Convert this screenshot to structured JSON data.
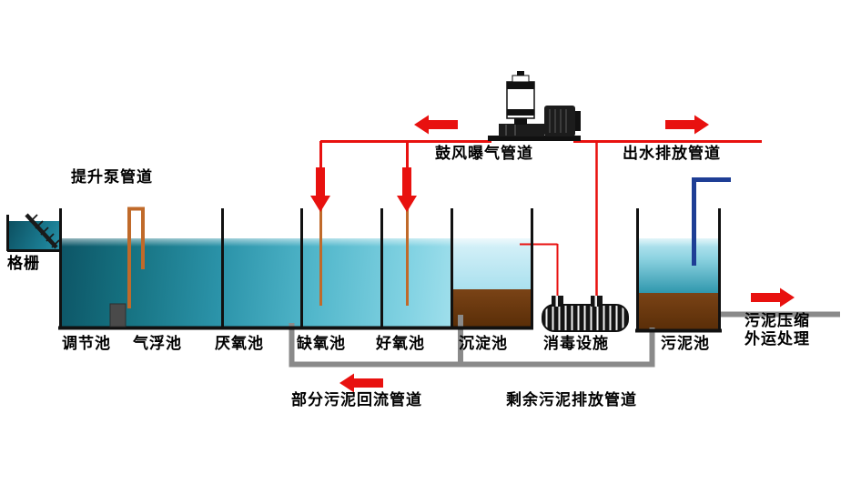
{
  "diagram": {
    "units": {
      "bar_screen": "格栅",
      "tanks": [
        {
          "label": "调节池"
        },
        {
          "label": "气浮池"
        },
        {
          "label": "厌氧池"
        },
        {
          "label": "缺氧池"
        },
        {
          "label": "好氧池"
        },
        {
          "label": "沉淀池"
        },
        {
          "label": "消毒设施"
        },
        {
          "label": "污泥池"
        }
      ]
    },
    "pipes": {
      "lift_pump": "提升泵管道",
      "blower_aeration": "鼓风曝气管道",
      "effluent_discharge": "出水排放管道",
      "partial_sludge_return": "部分污泥回流管道",
      "excess_sludge_discharge": "剩余污泥排放管道",
      "sludge_compression": [
        "污泥压缩",
        "外运处理"
      ]
    },
    "colors": {
      "arrow_red": "#e8110f",
      "pipe_orange": "#c06a2a",
      "pipe_blue": "#1e3e95",
      "pipe_gray": "#8a8a8a",
      "sludge_brown": "#6e3a10",
      "water_dark_teal": "#0d5566",
      "water_light_cyan": "#c3edf6",
      "wall_black": "#111111"
    }
  }
}
